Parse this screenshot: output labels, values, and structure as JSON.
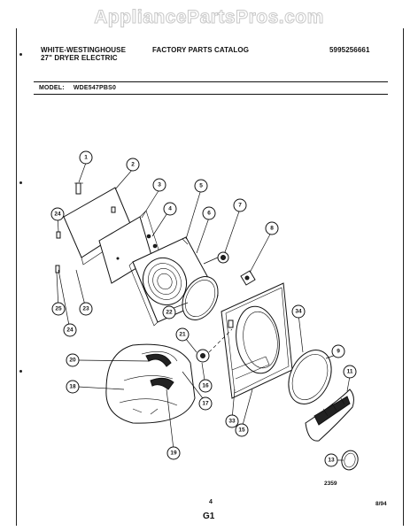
{
  "watermark": "AppliancePartsPros.com",
  "header": {
    "brand": "WHITE-WESTINGHOUSE",
    "product": "27\" DRYER ELECTRIC",
    "catalog": "FACTORY PARTS CATALOG",
    "code": "5995256661"
  },
  "model": {
    "label": "MODEL:",
    "value": "WDE547PBS0"
  },
  "callouts": [
    "1",
    "2",
    "3",
    "4",
    "5",
    "6",
    "7",
    "8",
    "9",
    "11",
    "13",
    "15",
    "16",
    "17",
    "18",
    "19",
    "20",
    "21",
    "22",
    "23",
    "24",
    "24",
    "25",
    "33",
    "34"
  ],
  "footer": {
    "drawing_no": "2359",
    "page_no": "4",
    "section": "G1",
    "date": "8/94"
  },
  "colors": {
    "ink": "#111111",
    "watermark": "#c9c9c9",
    "paper": "#ffffff"
  }
}
